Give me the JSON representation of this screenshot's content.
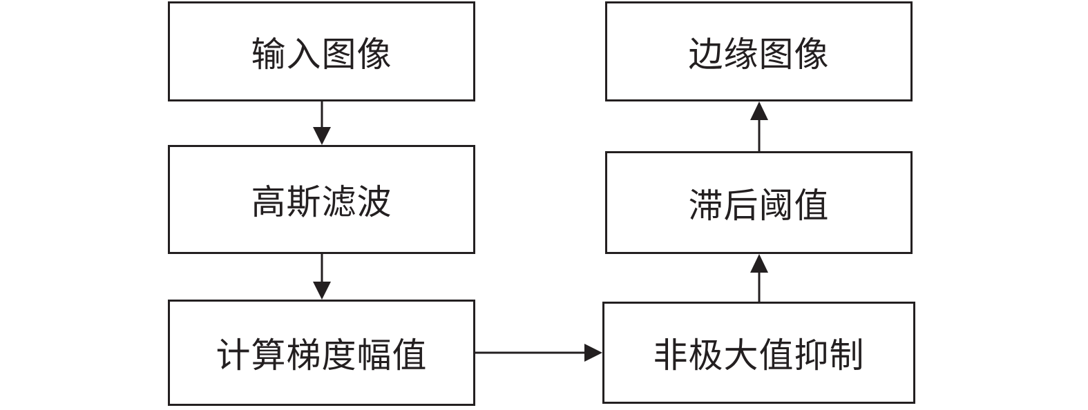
{
  "nodes": {
    "input_image": "输入图像",
    "gaussian_filter": "高斯滤波",
    "gradient_magnitude": "计算梯度幅值",
    "non_max_suppression": "非极大值抑制",
    "hysteresis_threshold": "滞后阈值",
    "edge_image": "边缘图像"
  },
  "edges": [
    {
      "from": "input_image",
      "to": "gaussian_filter"
    },
    {
      "from": "gaussian_filter",
      "to": "gradient_magnitude"
    },
    {
      "from": "gradient_magnitude",
      "to": "non_max_suppression"
    },
    {
      "from": "non_max_suppression",
      "to": "hysteresis_threshold"
    },
    {
      "from": "hysteresis_threshold",
      "to": "edge_image"
    }
  ],
  "colors": {
    "stroke": "#231f20",
    "text": "#231f20",
    "background": "#ffffff"
  }
}
